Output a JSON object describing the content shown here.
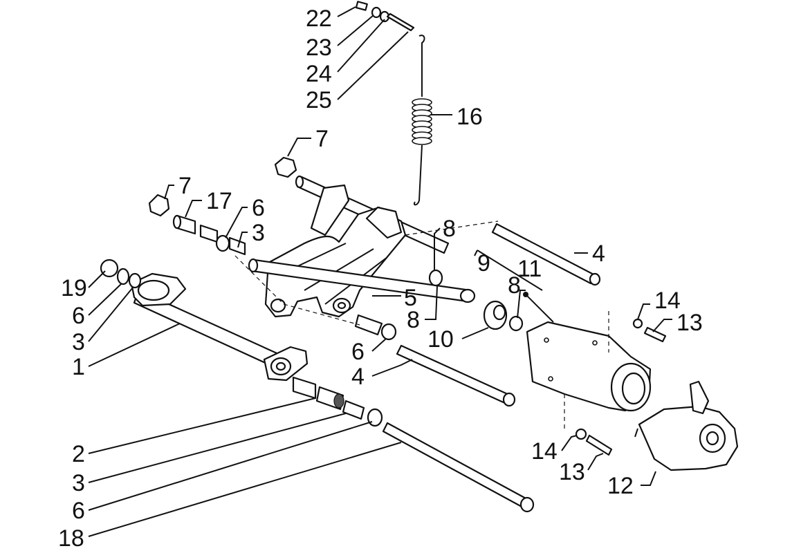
{
  "diagram": {
    "type": "exploded-parts-drawing",
    "callouts": {
      "c22": "22",
      "c23": "23",
      "c24": "24",
      "c25": "25",
      "c16": "16",
      "c7a": "7",
      "c7b": "7",
      "c17": "17",
      "c6a": "6",
      "c3a": "3",
      "c8a": "8",
      "c4a": "4",
      "c9": "9",
      "c11": "11",
      "c5": "5",
      "c8b": "8",
      "c8c": "8",
      "c19": "19",
      "c6b": "6",
      "c3b": "3",
      "c1": "1",
      "c14a": "14",
      "c13a": "13",
      "c10": "10",
      "c6c": "6",
      "c4b": "4",
      "c2": "2",
      "c3c": "3",
      "c6d": "6",
      "c18": "18",
      "c14b": "14",
      "c13b": "13",
      "c12": "12"
    }
  }
}
